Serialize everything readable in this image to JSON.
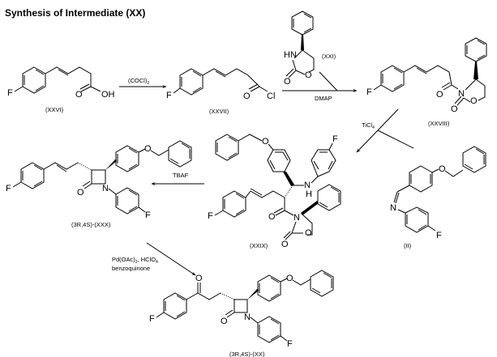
{
  "title": "Synthesis of  Intermediate (XX)",
  "compounds": [
    {
      "id": "XXVI",
      "label": "(XXVI)",
      "atoms": [
        "F",
        "O",
        "OH"
      ]
    },
    {
      "id": "XXVII",
      "label": "(XXVII)",
      "atoms": [
        "F",
        "O",
        "Cl"
      ]
    },
    {
      "id": "XXI",
      "label": "(XXI)",
      "atoms": [
        "HN",
        "O",
        "O"
      ]
    },
    {
      "id": "XXVIII",
      "label": "(XXVIII)",
      "atoms": [
        "F",
        "O",
        "N",
        "O",
        "O"
      ]
    },
    {
      "id": "II",
      "label": "(II)",
      "atoms": [
        "O",
        "N",
        "F"
      ]
    },
    {
      "id": "XXIX",
      "label": "(XXIX)",
      "atoms": [
        "O",
        "F",
        "N",
        "H",
        "F",
        "O",
        "N",
        "O",
        "O"
      ]
    },
    {
      "id": "XXX",
      "label": "(3R,4S)-(XXX)",
      "atoms": [
        "O",
        "F",
        "O",
        "N",
        "F"
      ]
    },
    {
      "id": "XX",
      "label": "(3R,4S)-(XX)",
      "atoms": [
        "O",
        "O",
        "F",
        "O",
        "N",
        "F"
      ]
    }
  ],
  "reagents": {
    "step1": "(COCl)",
    "step1_sub": "2",
    "step2": "DMAP",
    "step3": "TiCl",
    "step3_sub": "4",
    "step4": "TBAF",
    "step5_line1": "Pd(OAc)",
    "step5_line1_sub": "2",
    "step5_line1_rest": ", HClO",
    "step5_line1_sub2": "4",
    "step5_line2": "benzoquinone"
  }
}
